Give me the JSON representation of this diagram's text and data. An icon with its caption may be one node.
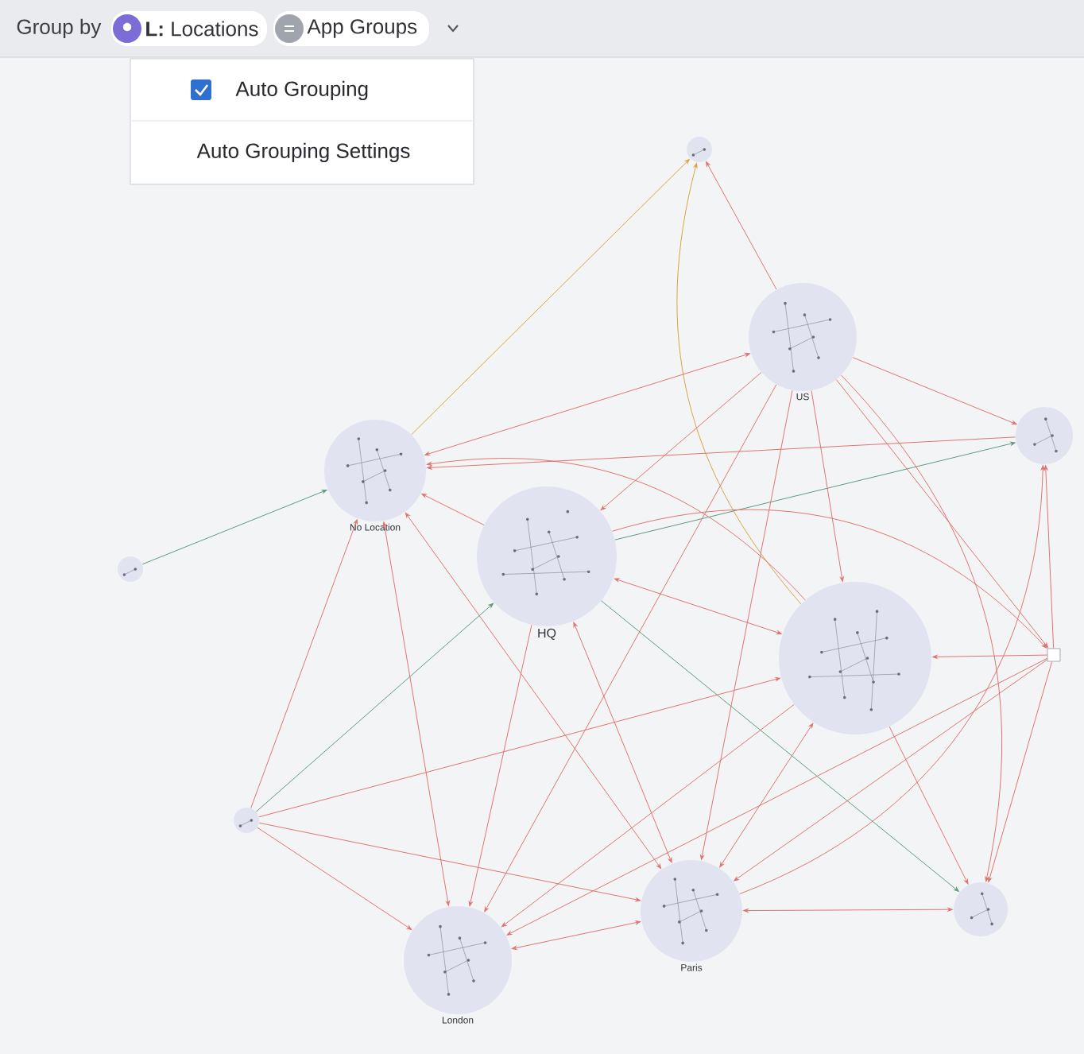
{
  "diagram": {
    "nodes": [
      {
        "text": [],
        "shape": "circle"
      },
      {
        "text": [
          "US"
        ]
      },
      {
        "text": [],
        "shape": "circle"
      },
      {
        "text": [
          "No Location"
        ]
      },
      {
        "text": [
          "HQ"
        ]
      },
      {
        "text": [],
        "shape": "circle"
      },
      {
        "text": [],
        "shape": "circle"
      },
      {
        "text": [],
        "shape": "box"
      },
      {
        "text": [],
        "shape": "circle"
      },
      {
        "text": [
          "Paris"
        ]
      },
      {
        "text": [],
        "shape": "circle"
      },
      {
        "text": [
          "London"
        ]
      }
    ],
    "edges": [
      {
        "from": 1,
        "to": 0,
        "arrow": "to"
      },
      {
        "from": 6,
        "to": 0,
        "arrow": "to",
        "color": "#d9a441"
      },
      {
        "from": 3,
        "to": 0,
        "arrow": "to",
        "color": "#d9a441"
      },
      {
        "from": 3,
        "to": 1,
        "arrow": "both"
      },
      {
        "from": 1,
        "to": 4,
        "arrow": "to"
      },
      {
        "from": 1,
        "to": 2,
        "arrow": "to"
      },
      {
        "from": 2,
        "to": 3,
        "arrow": "to"
      },
      {
        "from": 4,
        "to": 2,
        "arrow": "to",
        "color": "#5e9a7e"
      },
      {
        "from": 5,
        "to": 3,
        "arrow": "to",
        "color": "#5e9a7e"
      },
      {
        "from": 1,
        "to": 6,
        "arrow": "to"
      },
      {
        "from": 1,
        "to": 9,
        "arrow": "to"
      },
      {
        "from": 1,
        "to": 10,
        "arrow": "to"
      },
      {
        "from": 1,
        "to": 7,
        "arrow": "to"
      },
      {
        "from": 1,
        "to": 11,
        "arrow": "to"
      },
      {
        "from": 4,
        "to": 3,
        "arrow": "to"
      },
      {
        "from": 6,
        "to": 3,
        "arrow": "to"
      },
      {
        "from": 3,
        "to": 9,
        "arrow": "both"
      },
      {
        "from": 4,
        "to": 6,
        "arrow": "both"
      },
      {
        "from": 4,
        "to": 7,
        "arrow": "to"
      },
      {
        "from": 4,
        "to": 10,
        "arrow": "to",
        "color": "#5e9a7e"
      },
      {
        "from": 4,
        "to": 9,
        "arrow": "both"
      },
      {
        "from": 4,
        "to": 11,
        "arrow": "to"
      },
      {
        "from": 8,
        "to": 3,
        "arrow": "to"
      },
      {
        "from": 8,
        "to": 4,
        "arrow": "to",
        "color": "#5e9a7e"
      },
      {
        "from": 8,
        "to": 6,
        "arrow": "to"
      },
      {
        "from": 8,
        "to": 9,
        "arrow": "to"
      },
      {
        "from": 8,
        "to": 11,
        "arrow": "to"
      },
      {
        "from": 11,
        "to": 3,
        "arrow": "both"
      },
      {
        "from": 7,
        "to": 6,
        "arrow": "to"
      },
      {
        "from": 7,
        "to": 2,
        "arrow": "to"
      },
      {
        "from": 9,
        "to": 2,
        "arrow": "to"
      },
      {
        "from": 7,
        "to": 9,
        "arrow": "to"
      },
      {
        "from": 7,
        "to": 11,
        "arrow": "to"
      },
      {
        "from": 7,
        "to": 10,
        "arrow": "to"
      },
      {
        "from": 6,
        "to": 10,
        "arrow": "to"
      },
      {
        "from": 6,
        "to": 9,
        "arrow": "both"
      },
      {
        "from": 9,
        "to": 10,
        "arrow": "both"
      },
      {
        "from": 9,
        "to": 11,
        "arrow": "both"
      },
      {
        "from": 6,
        "to": 11,
        "arrow": "to"
      }
    ],
    "labels": [
      "Group by",
      "**L:** Locations",
      "App Groups",
      "Auto Grouping",
      "Auto Grouping Settings"
    ]
  }
}
